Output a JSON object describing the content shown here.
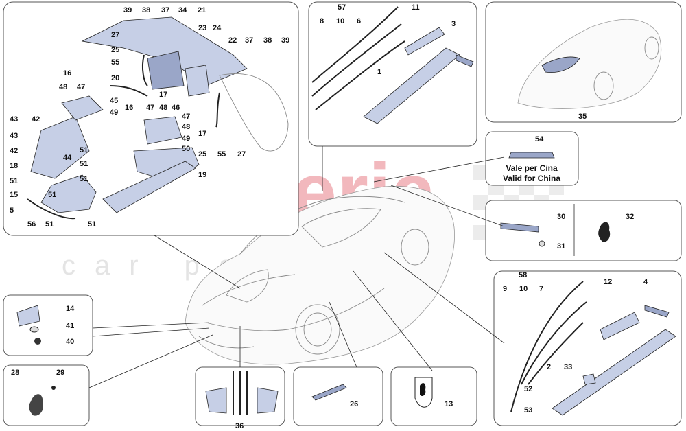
{
  "watermark": {
    "main": "scuderia",
    "sub": "car parts"
  },
  "labels": {
    "top_left": [
      "39",
      "38",
      "37",
      "34",
      "21",
      "27",
      "23",
      "24",
      "22",
      "37",
      "38",
      "39",
      "25",
      "55",
      "20",
      "17",
      "16",
      "48",
      "47",
      "45",
      "16",
      "49",
      "47",
      "48",
      "46",
      "47",
      "48",
      "17",
      "49",
      "50",
      "25",
      "43",
      "42",
      "43",
      "42",
      "44",
      "51",
      "51",
      "18",
      "51",
      "15",
      "5",
      "56",
      "51",
      "51",
      "51",
      "19",
      "55",
      "27",
      "51"
    ],
    "top_mid": [
      "57",
      "8",
      "10",
      "6",
      "11",
      "3",
      "1"
    ],
    "top_right": [
      "35"
    ],
    "china": [
      "54"
    ],
    "badge": [
      "30",
      "31",
      "32"
    ],
    "right_bottom": [
      "58",
      "9",
      "10",
      "7",
      "12",
      "4",
      "33",
      "2",
      "52",
      "53"
    ],
    "left_mid": [
      "14",
      "41",
      "40"
    ],
    "left_bottom": [
      "28",
      "29"
    ],
    "bottom_mid": [
      "36",
      "26",
      "13"
    ]
  },
  "china_note": {
    "line1": "Vale per Cina",
    "line2": "Valid for China"
  }
}
